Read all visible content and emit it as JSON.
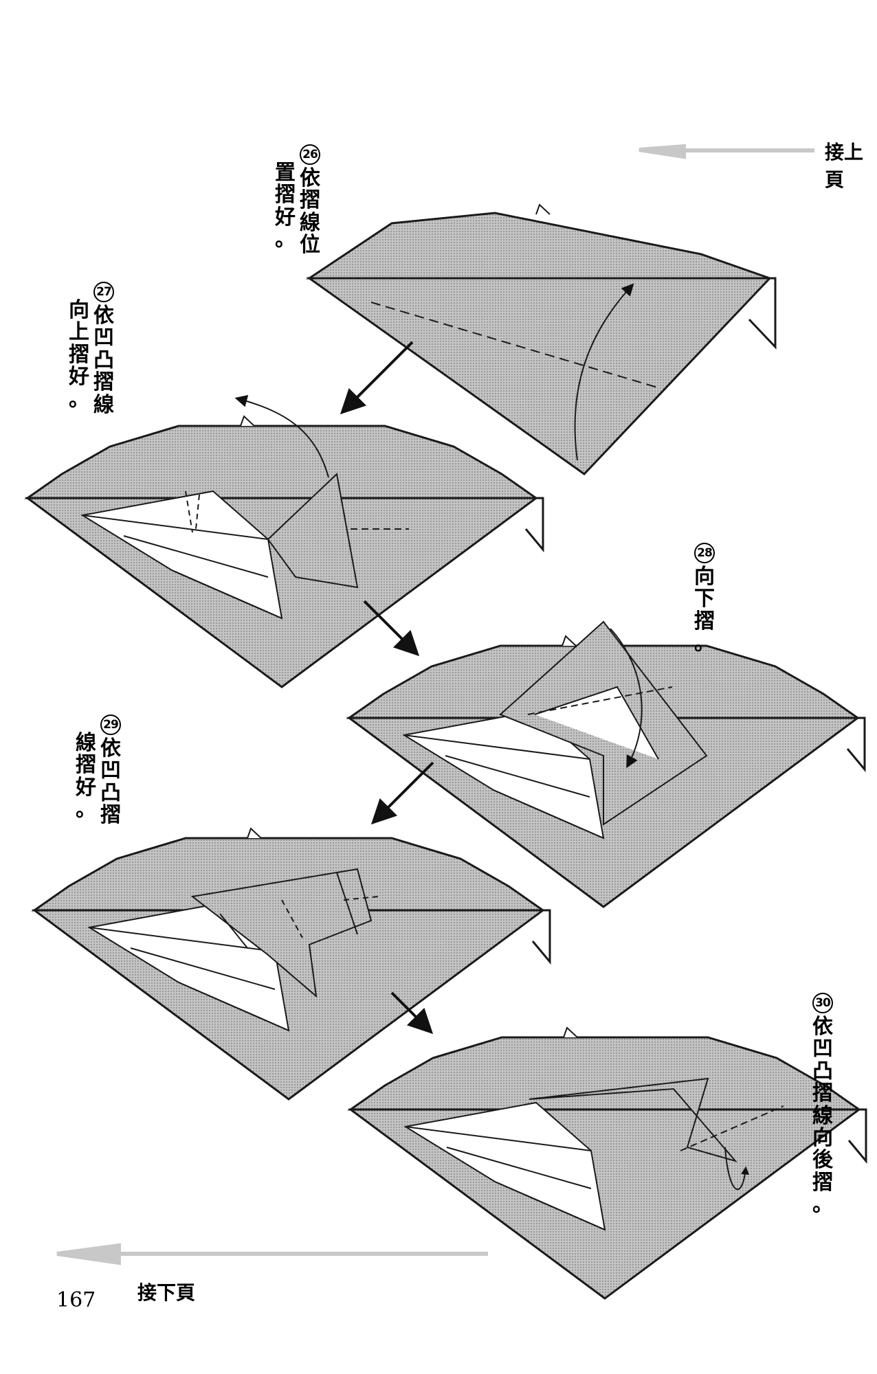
{
  "nav": {
    "continued_from": "接上頁",
    "continued_to": "接下頁"
  },
  "page_number": "167",
  "steps": [
    {
      "number": "26",
      "lines": [
        "依摺線位",
        "置摺好。"
      ]
    },
    {
      "number": "27",
      "lines": [
        "依凹凸摺線",
        "向上摺好。"
      ]
    },
    {
      "number": "28",
      "lines": [
        "向下摺。"
      ]
    },
    {
      "number": "29",
      "lines": [
        "依凹凸摺",
        "線摺好。"
      ]
    },
    {
      "number": "30",
      "lines": [
        "依凹凸摺線向後摺。"
      ]
    }
  ],
  "colors": {
    "paper_fill": "#b9b9b9",
    "line": "#1a1a1a",
    "nav_arrow": "#c8c8c8"
  }
}
